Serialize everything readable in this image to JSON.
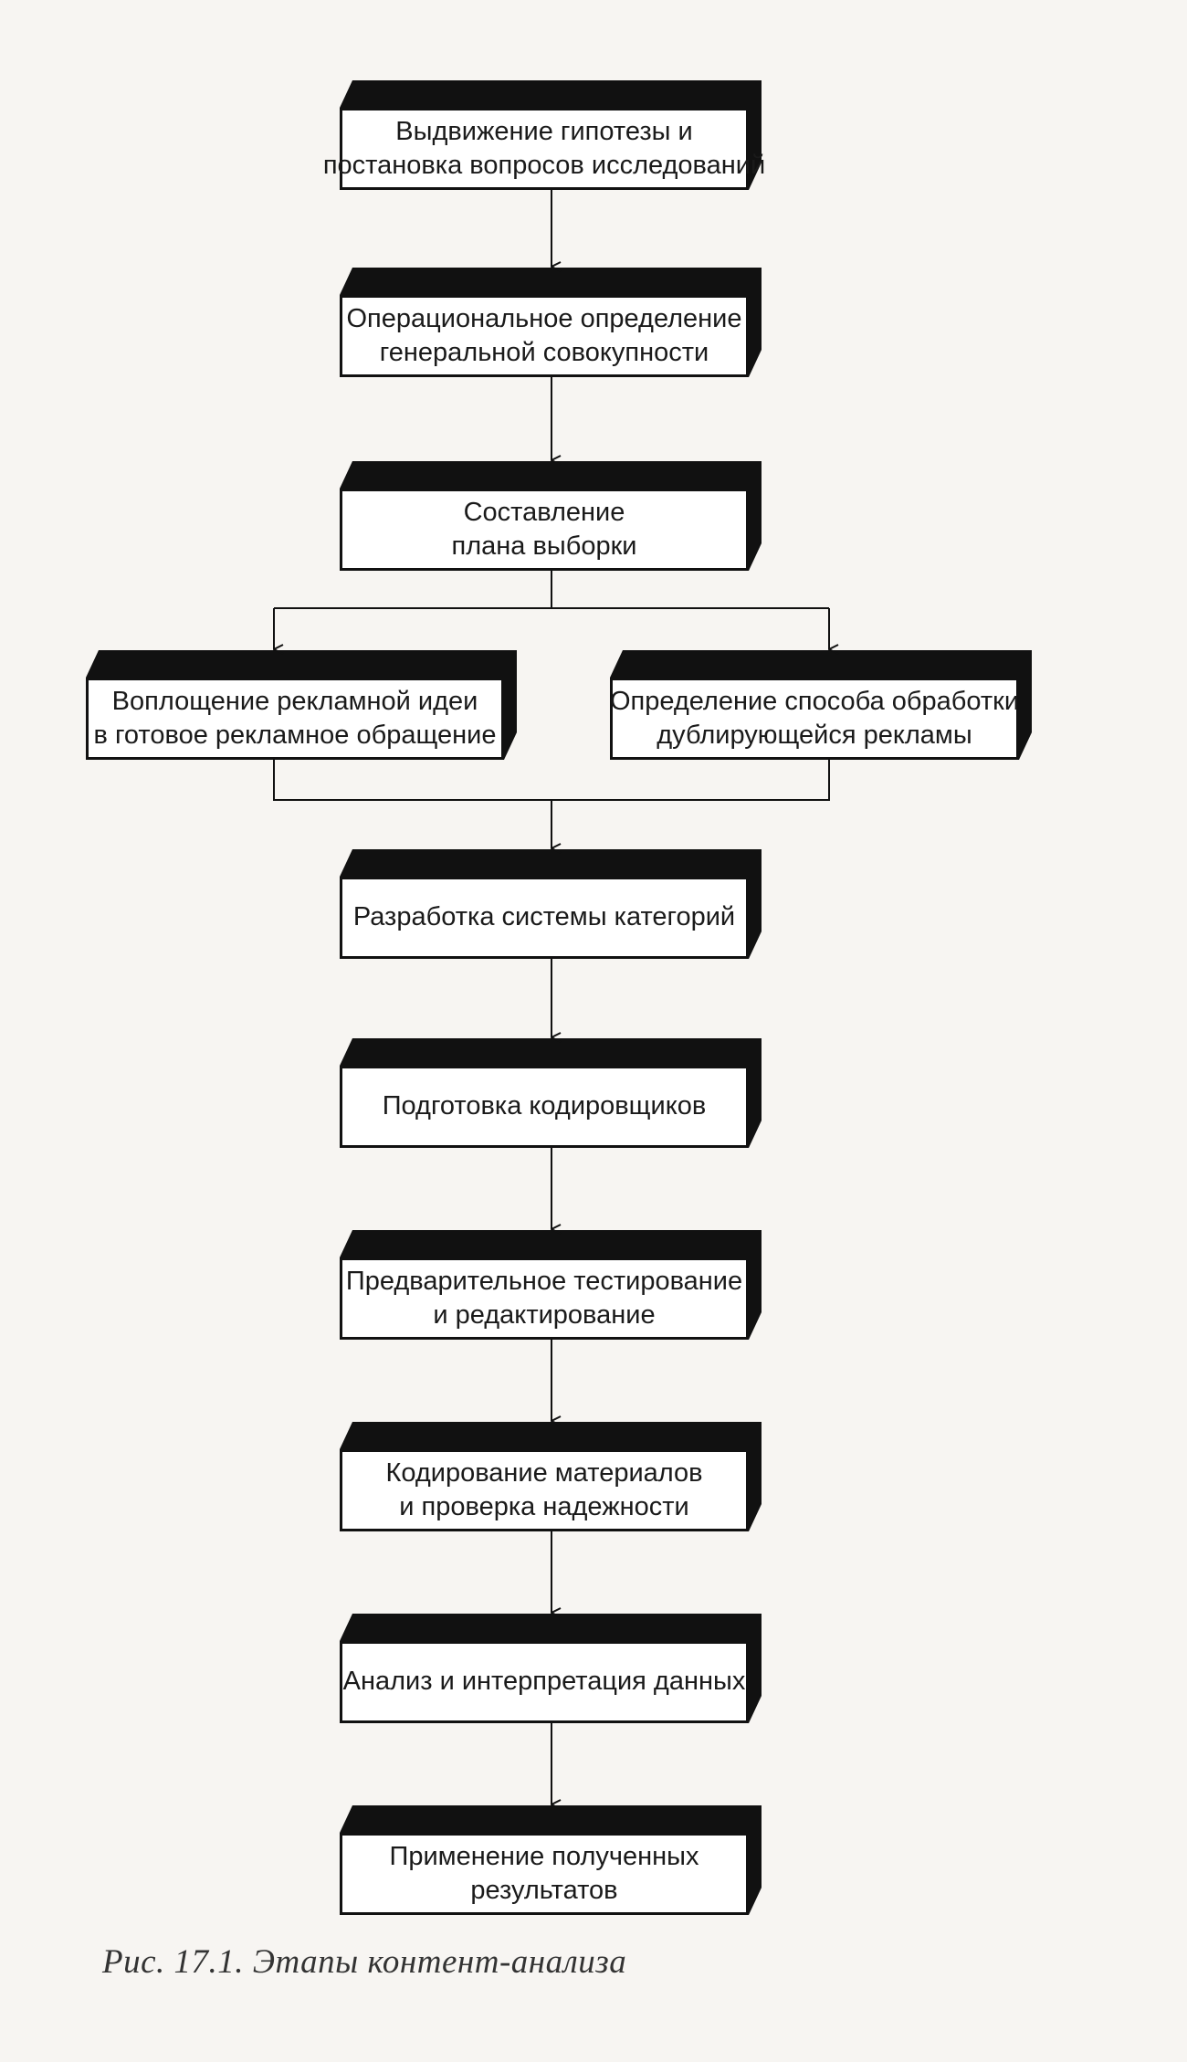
{
  "steps": {
    "s1": {
      "line1": "Выдвижение гипотезы и",
      "line2": "постановка вопросов исследований"
    },
    "s2": {
      "line1": "Операциональное определение",
      "line2": "генеральной совокупности"
    },
    "s3": {
      "line1": "Составление",
      "line2": "плана выборки"
    },
    "s4a": {
      "line1": "Воплощение рекламной идеи",
      "line2": "в готовое рекламное обращение"
    },
    "s4b": {
      "line1": "Определение способа обработки",
      "line2": "дублирующейся рекламы"
    },
    "s5": {
      "line1": "Разработка системы категорий"
    },
    "s6": {
      "line1": "Подготовка кодировщиков"
    },
    "s7": {
      "line1": "Предварительное тестирование",
      "line2": "и редактирование"
    },
    "s8": {
      "line1": "Кодирование материалов",
      "line2": "и проверка надежности"
    },
    "s9": {
      "line1": "Анализ и интерпретация данных"
    },
    "s10": {
      "line1": "Применение полученных",
      "line2": "результатов"
    }
  },
  "caption": "Рис. 17.1. Этапы контент-анализа",
  "colors": {
    "ink": "#111111",
    "box_fill": "#ffffff",
    "paper": "#f7f5f2"
  }
}
